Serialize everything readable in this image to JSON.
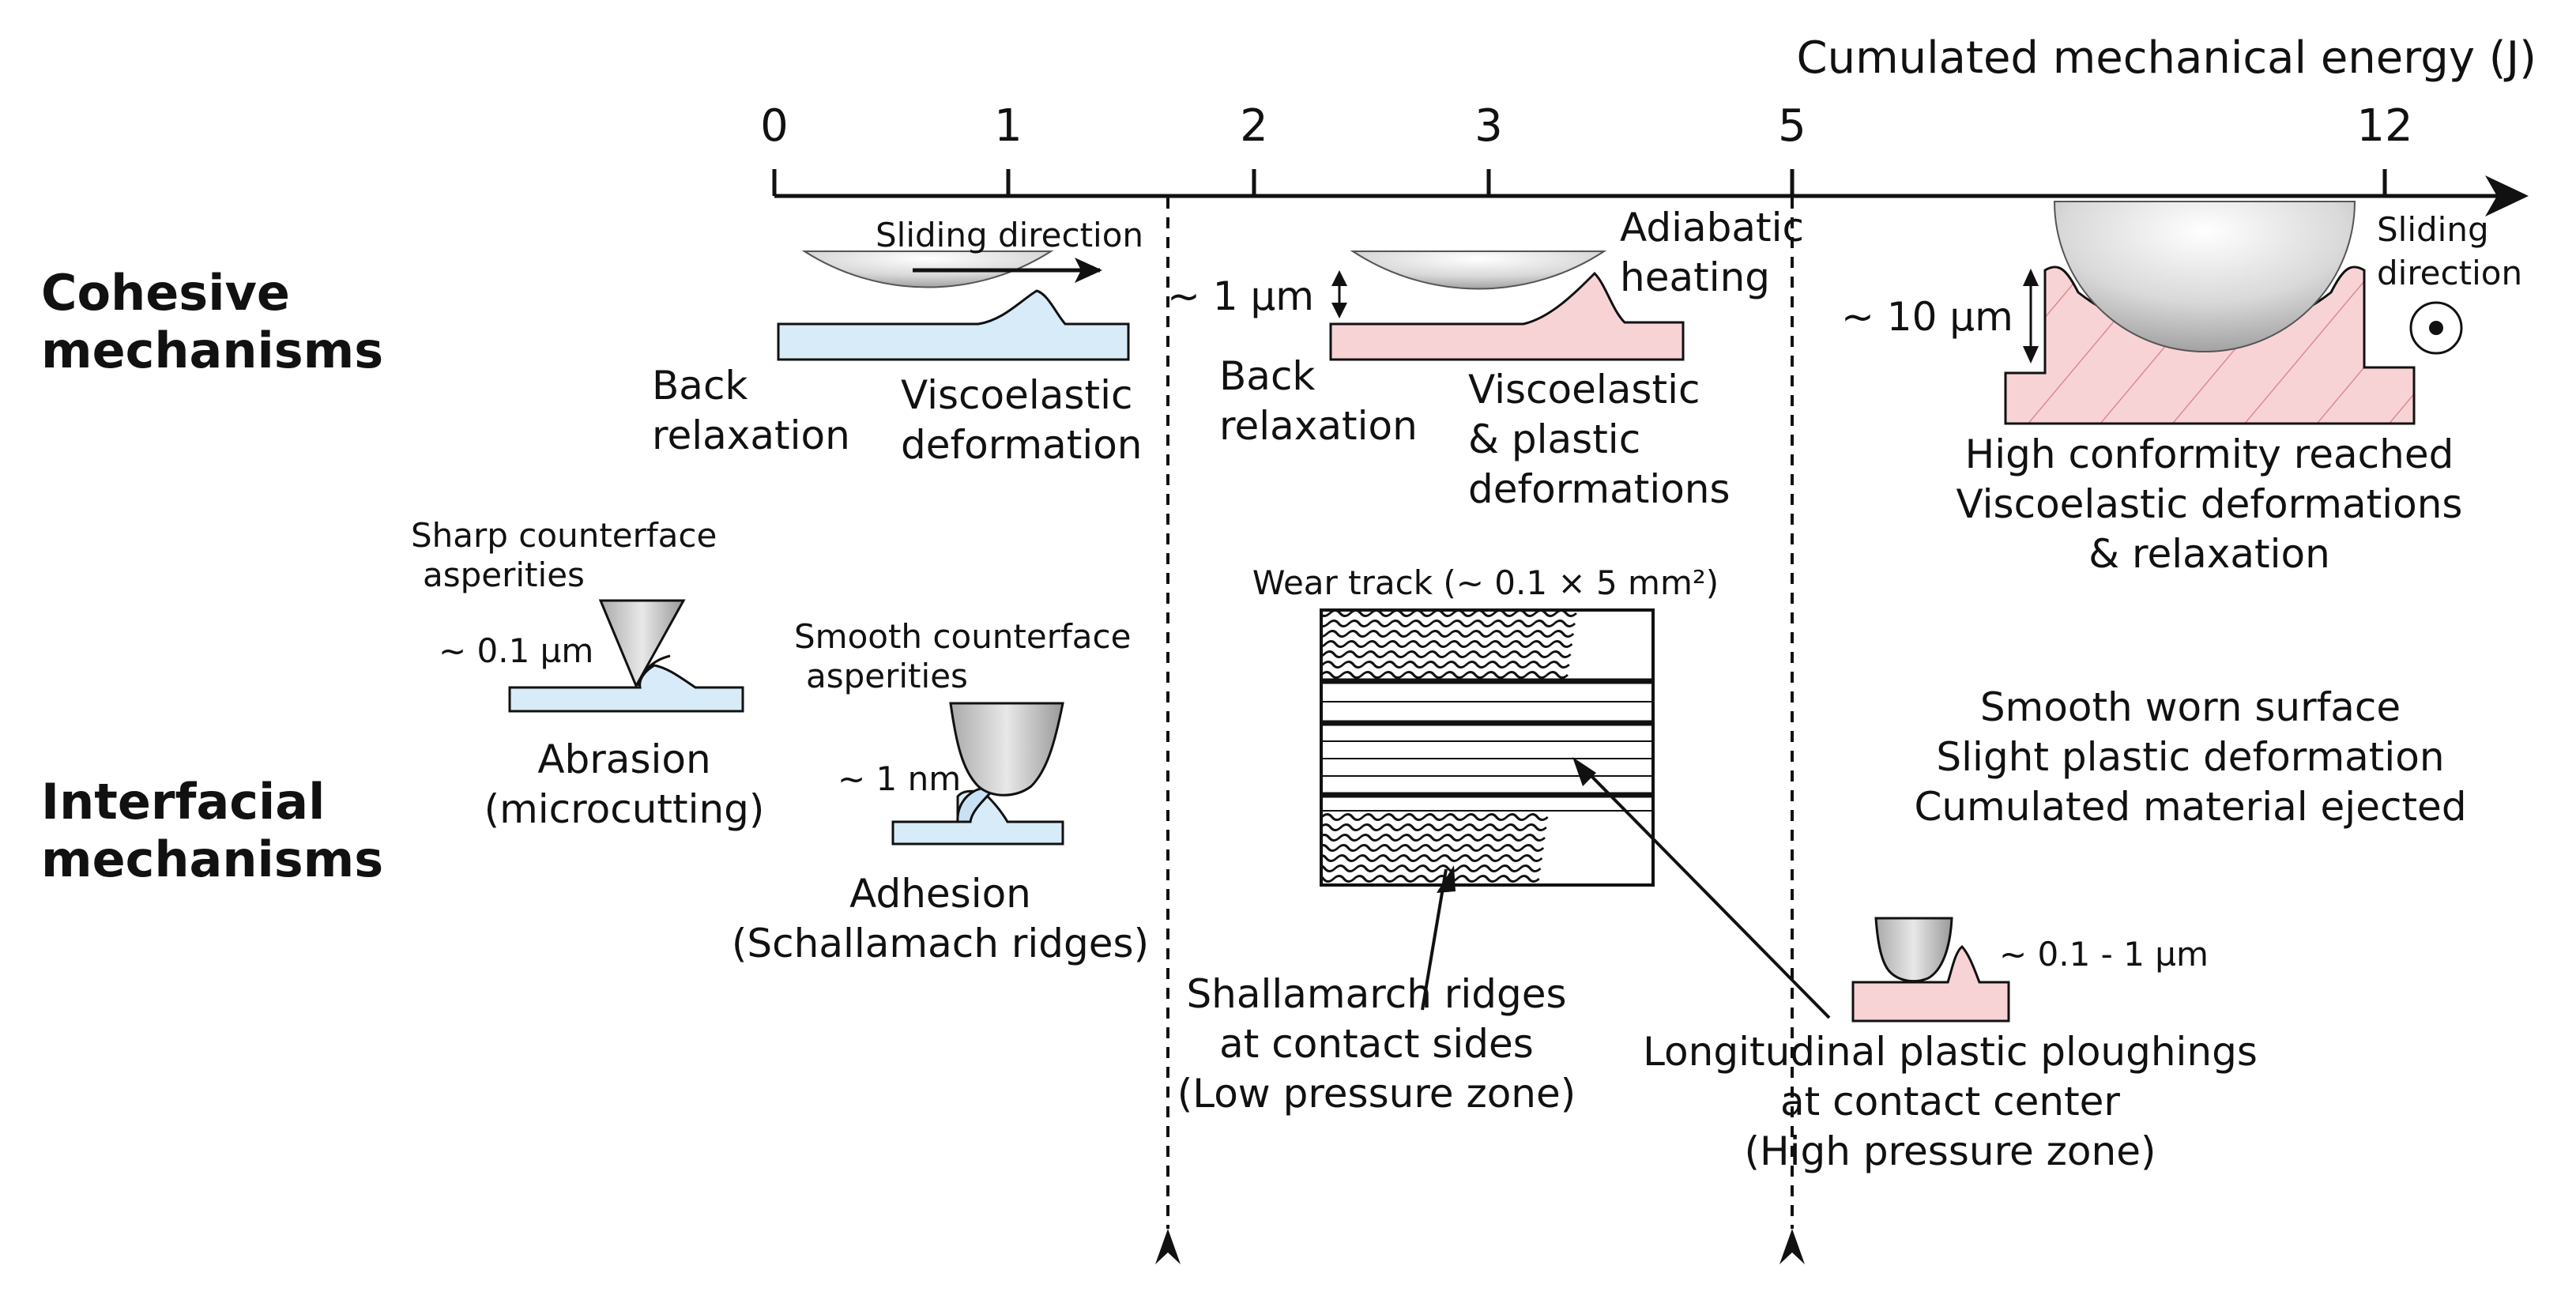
{
  "axis": {
    "title": "Cumulated mechanical energy (J)",
    "ticks": [
      "0",
      "1",
      "2",
      "3",
      "5",
      "12"
    ]
  },
  "rows": {
    "cohesive": [
      "Cohesive",
      "mechanisms"
    ],
    "interfacial": [
      "Interfacial",
      "mechanisms"
    ]
  },
  "cohesive": {
    "stage1": {
      "sliding_direction": "Sliding direction",
      "back_relaxation": [
        "Back",
        "relaxation"
      ],
      "viscoelastic": [
        "Viscoelastic",
        "deformation"
      ]
    },
    "stage2": {
      "size": "~ 1 µm",
      "adiabatic": [
        "Adiabatic",
        "heating"
      ],
      "back_relaxation": [
        "Back",
        "relaxation"
      ],
      "viscoplastic": [
        "Viscoelastic",
        "& plastic",
        "deformations"
      ]
    },
    "stage3": {
      "size": "~ 10 µm",
      "sliding_direction": [
        "Sliding",
        "direction"
      ],
      "summary": [
        "High conformity reached",
        "Viscoelastic deformations",
        "& relaxation"
      ]
    }
  },
  "interfacial": {
    "abrasion": {
      "asperities": [
        "Sharp counterface",
        "asperities"
      ],
      "size": "~ 0.1 µm",
      "label": [
        "Abrasion",
        "(microcutting)"
      ]
    },
    "adhesion": {
      "asperities": [
        "Smooth counterface",
        "asperities"
      ],
      "size": "~ 1 nm",
      "label": [
        "Adhesion",
        "(Schallamach ridges)"
      ]
    },
    "wear_track": {
      "title": "Wear track (~ 0.1 × 5 mm²)",
      "sides": [
        "Shallamarch ridges",
        "at contact sides",
        "(Low pressure zone)"
      ],
      "center": [
        "Longitudinal plastic ploughings",
        "at contact center",
        "(High pressure zone)"
      ]
    },
    "stage3": {
      "summary": [
        "Smooth worn surface",
        "Slight plastic deformation",
        "Cumulated material ejected"
      ],
      "size": "~ 0.1 - 1 µm"
    }
  },
  "colors": {
    "blue_fill": "#d7ebf8",
    "pink_fill": "#f8d3d6",
    "ball_fill": "#c9c9c9",
    "line": "#111111"
  }
}
